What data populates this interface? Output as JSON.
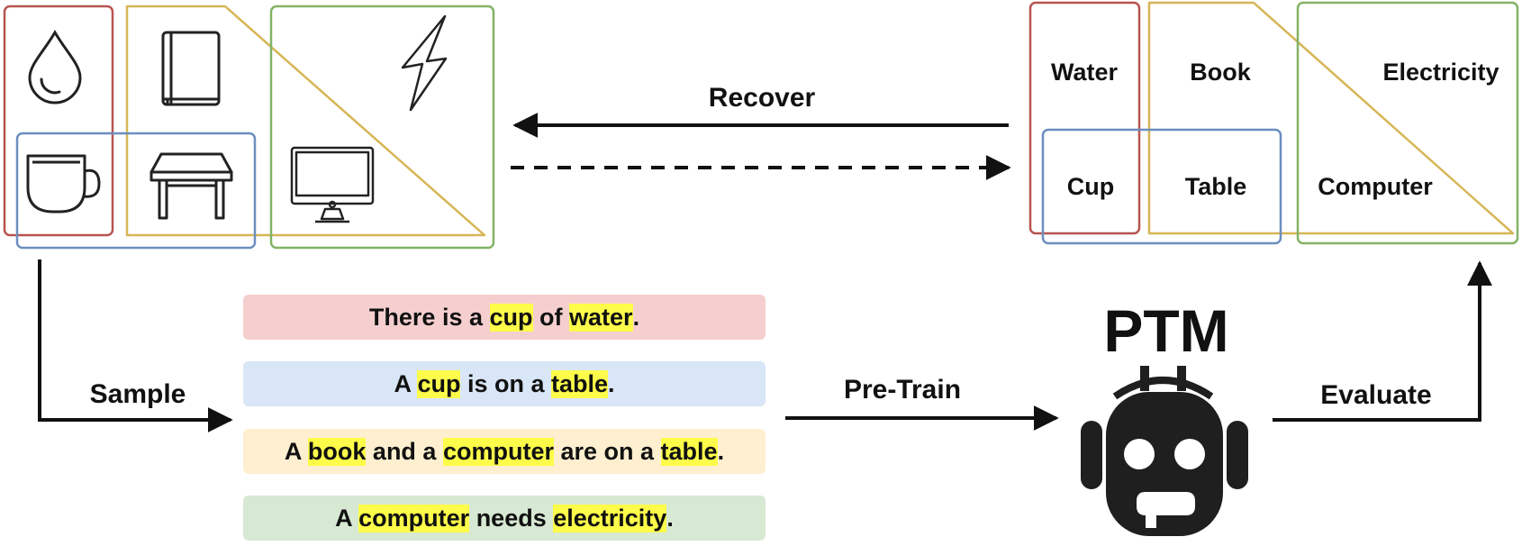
{
  "colors": {
    "water": "#b85450",
    "book": "#d6b656",
    "electricity": "#82b366",
    "cup_table": "#6c8ebf",
    "sentence_bgs": [
      "#f5cfcf",
      "#d9e6f7",
      "#fdefcf",
      "#d7e8d3"
    ],
    "highlight": "#fdfc4a",
    "ink": "#111111"
  },
  "icons": [
    "water-drop-icon",
    "book-icon",
    "lightning-icon",
    "cup-icon",
    "table-icon",
    "computer-icon",
    "robot-icon"
  ],
  "arrows": {
    "recover": "Recover",
    "sample": "Sample",
    "pretrain": "Pre-Train",
    "evaluate": "Evaluate"
  },
  "concepts": {
    "water": "Water",
    "book": "Book",
    "electricity": "Electricity",
    "cup": "Cup",
    "table": "Table",
    "computer": "Computer"
  },
  "ptm": "PTM",
  "sentences": [
    [
      {
        "t": "There is a "
      },
      {
        "t": "cup",
        "h": true
      },
      {
        "t": " of "
      },
      {
        "t": "water",
        "h": true
      },
      {
        "t": "."
      }
    ],
    [
      {
        "t": "A "
      },
      {
        "t": "cup",
        "h": true
      },
      {
        "t": " is on a "
      },
      {
        "t": "table",
        "h": true
      },
      {
        "t": "."
      }
    ],
    [
      {
        "t": "A "
      },
      {
        "t": "book",
        "h": true
      },
      {
        "t": " and a "
      },
      {
        "t": "computer",
        "h": true
      },
      {
        "t": " are on a "
      },
      {
        "t": "table",
        "h": true
      },
      {
        "t": "."
      }
    ],
    [
      {
        "t": "A "
      },
      {
        "t": "computer",
        "h": true
      },
      {
        "t": " needs "
      },
      {
        "t": "electricity",
        "h": true
      },
      {
        "t": "."
      }
    ]
  ]
}
